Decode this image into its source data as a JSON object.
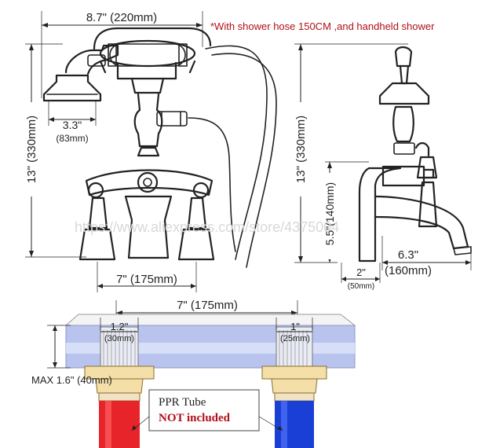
{
  "labels": {
    "overall_width": "8.7\" (220mm)",
    "hose_note": "*With shower hose 150CM ,and handheld shower",
    "height_left": "13\" (330mm)",
    "handset_in": "3.3\"",
    "handset_mm": "(83mm)",
    "height_right": "13\" (330mm)",
    "spout_height": "5.5\"(140mm)",
    "spout_reach": "6.3\"",
    "spout_reach_mm": "(160mm)",
    "base_depth_in": "2\"",
    "base_depth_mm": "(50mm)",
    "center_front": "7\" (175mm)",
    "center_install": "7\" (175mm)",
    "left_pipe_in": "1.2\"",
    "left_pipe_mm": "(30mm)",
    "right_pipe_in": "1\"",
    "right_pipe_mm": "(25mm)",
    "max_thickness": "MAX 1.6\" (40mm)",
    "tube_name": "PPR Tube",
    "tube_note": "NOT included",
    "watermark": "https://www.aliexpress.com/store/4375004"
  },
  "colors": {
    "hot": "#e8242b",
    "cold": "#1a3fd6",
    "deck": "#b9c4ee",
    "fitting": "#f4dfa8",
    "note": "#b0101a"
  }
}
